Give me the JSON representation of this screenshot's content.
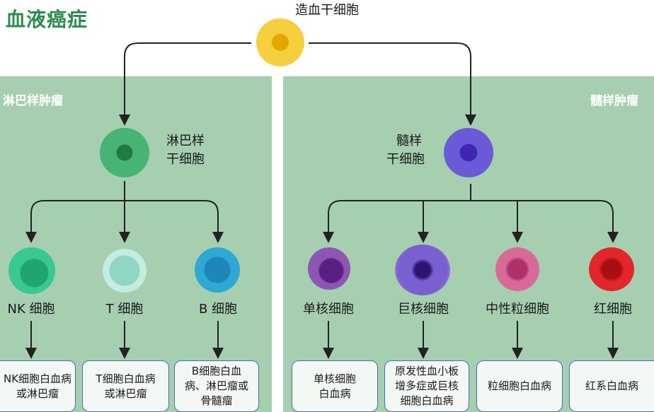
{
  "title": "血液癌症",
  "stem": {
    "label": "造血干细胞"
  },
  "lymphoid": {
    "panel_title": "淋巴样肿瘤",
    "stem_label_1": "淋巴样",
    "stem_label_2": "干细胞",
    "cells": [
      {
        "label": "NK 细胞",
        "disease": "NK细胞白血病\n或淋巴瘤"
      },
      {
        "label": "T 细胞",
        "disease": "T细胞白血病\n或淋巴瘤"
      },
      {
        "label": "B 细胞",
        "disease": "B细胞白血\n病、淋巴瘤或\n骨髓瘤"
      }
    ]
  },
  "myeloid": {
    "panel_title": "髓样肿瘤",
    "stem_label_1": "髓样",
    "stem_label_2": "干细胞",
    "cells": [
      {
        "label": "单核细胞",
        "disease": "单核细胞\n白血病"
      },
      {
        "label": "巨核细胞",
        "disease": "原发性血小板\n增多症或巨核\n细胞白血病"
      },
      {
        "label": "中性粒细胞",
        "disease": "粒细胞白血病"
      },
      {
        "label": "红细胞",
        "disease": "红系白血病"
      }
    ]
  },
  "colors": {
    "title": "#2e8b4e",
    "panel": "#a6cfb0",
    "box_border": "#4b6bb0",
    "stem_cell": "#f2c83a",
    "lymphoid_stem": "#3aa266",
    "myeloid_stem": "#5b4fc9",
    "nk_cell": "#2fbf86",
    "t_cell": "#a9e3d0",
    "b_cell": "#2aa3cf",
    "monocyte": "#7b3f9e",
    "megakaryocyte": "#8a6ad6",
    "neutrophil": "#d5608f",
    "erythrocyte": "#e0262a"
  }
}
